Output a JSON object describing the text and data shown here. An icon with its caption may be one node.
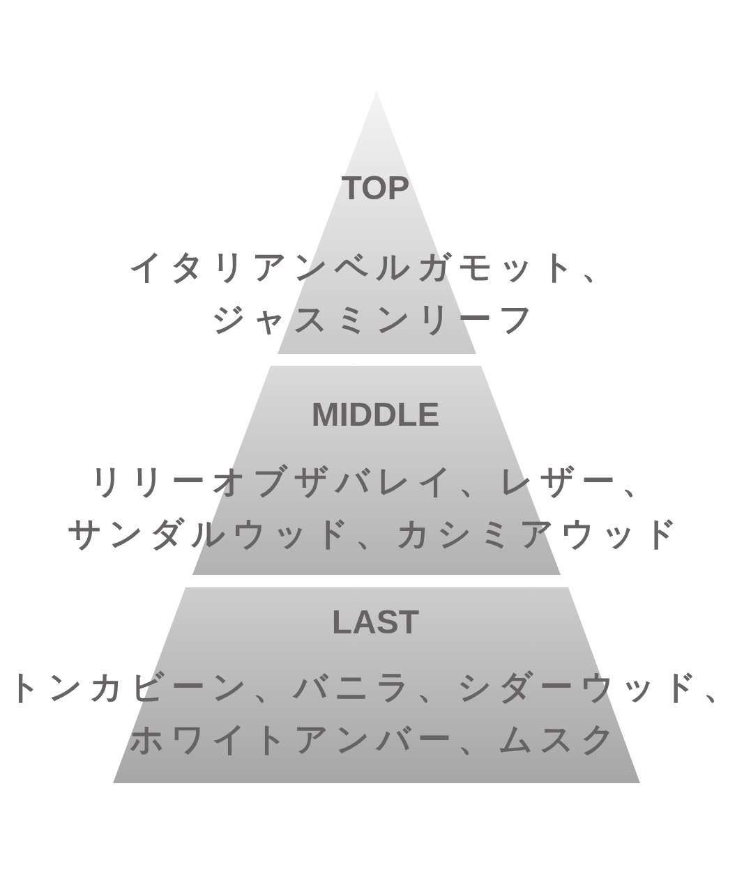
{
  "diagram": {
    "nodes": [
      {
        "text": [
          "TOP",
          "イタリアンベルガモット、ジャスミンリーフ"
        ]
      },
      {
        "text": [
          "MIDDLE",
          "リリーオブザバレイ、レザー、サンダルウッド、カシミアウッド"
        ]
      },
      {
        "text": [
          "LAST",
          "トンカビーン、バニラ、シダーウッド、ホワイトアンバー、ムスク"
        ]
      }
    ],
    "edges": []
  }
}
